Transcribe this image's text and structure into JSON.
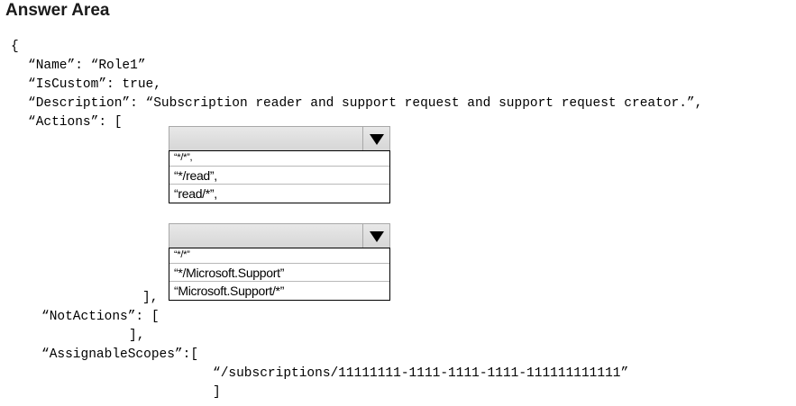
{
  "header": {
    "title": "Answer Area"
  },
  "code": {
    "open_brace": "{",
    "name_line": "“Name”: “Role1”",
    "iscustom_line": "“IsCustom”: true,",
    "description_line": "“Description”: “Subscription reader and support request and support request creator.”,",
    "actions_line": "“Actions”: [",
    "actions_close": "],",
    "notactions_line": "“NotActions”: [",
    "notactions_close": "],",
    "assignable_line": "“AssignableScopes”:[",
    "scope_value": "“/subscriptions/11111111-1111-1111-1111-111111111111”",
    "assignable_close": "]"
  },
  "dropdown1": {
    "selected": "",
    "options": [
      "“*/*”,",
      "“*/read”,",
      "“read/*”,"
    ]
  },
  "dropdown2": {
    "selected": "",
    "options": [
      "“*/*”",
      "“*/Microsoft.Support”",
      "“Microsoft.Support/*”"
    ]
  },
  "icons": {
    "dropdown_arrow": "triangle-down-icon"
  }
}
